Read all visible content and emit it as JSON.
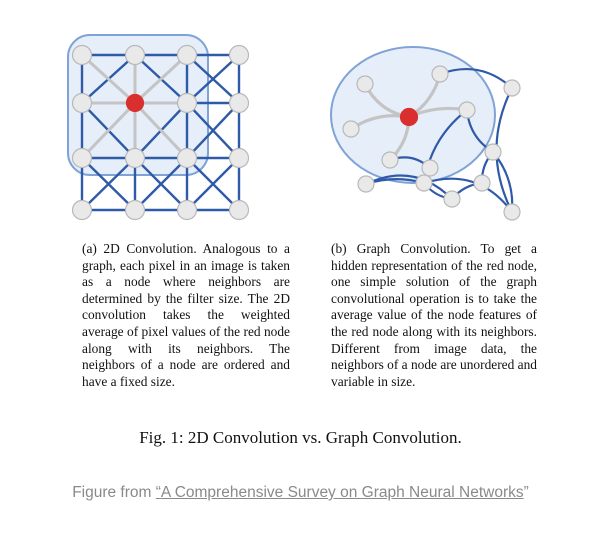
{
  "figure": {
    "caption_a": "(a) 2D Convolution. Analogous to a graph, each pixel in an image is taken as a node where neighbors are determined by the filter size. The 2D convolution takes the weighted average of pixel values of the red node along with its neighbors. The neighbors of a node are ordered and have a fixed size.",
    "caption_b": "(b) Graph Convolution. To get a hidden representation of the red node, one simple solution of the graph convolutional operation is to take the average value of the node features of the red node along with its neighbors. Different from image data, the neighbors of a node are unordered and variable in size.",
    "title": "Fig. 1: 2D Convolution vs. Graph Convolution."
  },
  "source": {
    "prefix": "Figure from ",
    "open_quote": "“",
    "link_text": "A Comprehensive Survey on Graph Neural Networks",
    "close_quote": "”"
  },
  "colors": {
    "edge": "#2f5aa8",
    "inner_edge": "#c4c4c4",
    "node_fill": "#e9e9e9",
    "node_stroke": "#b8b8b8",
    "red_node": "#d9302f",
    "region_stroke": "#7fa3d6",
    "region_fill": "#e6eef9"
  }
}
